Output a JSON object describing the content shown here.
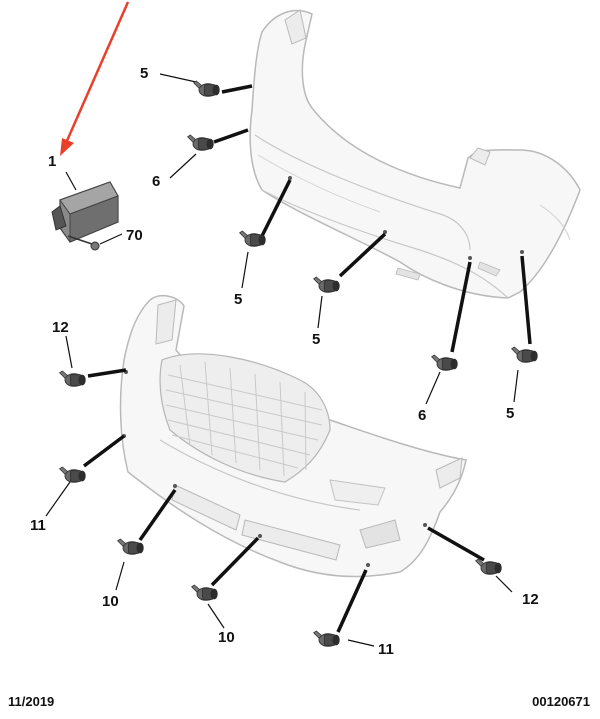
{
  "callouts": {
    "c1": "1",
    "c70": "70",
    "rear_5_top": "5",
    "rear_6_top": "6",
    "rear_5_left": "5",
    "rear_5_mid": "5",
    "rear_6_right": "6",
    "rear_5_right": "5",
    "front_12_left": "12",
    "front_11_left": "11",
    "front_10_left": "10",
    "front_10_mid": "10",
    "front_11_bottom": "11",
    "front_12_right": "12"
  },
  "footer": {
    "date": "11/2019",
    "reference": "00120671"
  },
  "colors": {
    "arrow": "#e8402a",
    "line": "#111111",
    "part_outline": "#b9b9b9",
    "sensor": "#555555"
  }
}
